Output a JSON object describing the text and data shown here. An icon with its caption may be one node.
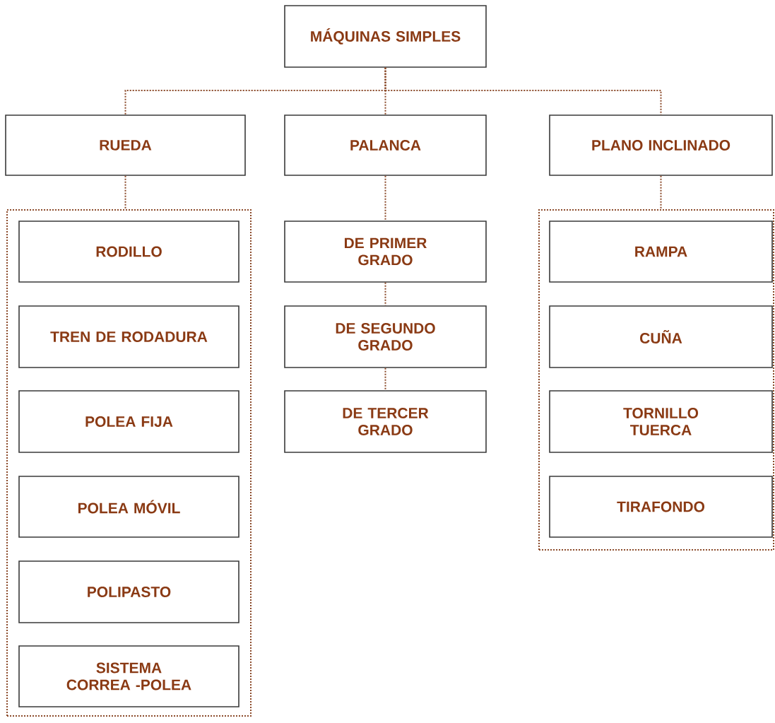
{
  "diagram": {
    "nodes": [
      {
        "text": [
          "MÁQUINAS SIMPLES"
        ]
      },
      {
        "text": [
          "RUEDA"
        ]
      },
      {
        "text": [
          "PALANCA"
        ]
      },
      {
        "text": [
          "PLANO INCLINADO"
        ]
      },
      {
        "text": [],
        "shape": "box"
      },
      {
        "text": [
          "RODILLO"
        ],
        "in": 4
      },
      {
        "text": [
          "TREN DE RODADURA"
        ],
        "in": 4
      },
      {
        "text": [
          "POLEA FIJA"
        ],
        "in": 4
      },
      {
        "text": [
          "POLEA MÓVIL"
        ],
        "in": 4
      },
      {
        "text": [
          "POLIPASTO"
        ],
        "in": 4
      },
      {
        "text": [
          "SISTEMA CORREA -POLEA"
        ],
        "in": 4
      },
      {
        "text": [
          "DE PRIMER GRADO"
        ]
      },
      {
        "text": [
          "DE SEGUNDO GRADO"
        ]
      },
      {
        "text": [
          "DE TERCER GRADO"
        ]
      },
      {
        "text": [],
        "shape": "box"
      },
      {
        "text": [
          "RAMPA"
        ],
        "in": 14
      },
      {
        "text": [
          "CUÑA"
        ],
        "in": 14
      },
      {
        "text": [
          "TORNILLO TUERCA"
        ],
        "in": 14
      },
      {
        "text": [
          "TIRAFONDO"
        ],
        "in": 14
      }
    ],
    "edges": [
      {
        "from": 0,
        "to": 1,
        "arrow": "none"
      },
      {
        "from": 0,
        "to": 2,
        "arrow": "none"
      },
      {
        "from": 0,
        "to": 3,
        "arrow": "none"
      },
      {
        "from": 1,
        "to": 4,
        "arrow": "none"
      },
      {
        "from": 2,
        "to": 11,
        "arrow": "none"
      },
      {
        "from": 11,
        "to": 12,
        "arrow": "none"
      },
      {
        "from": 12,
        "to": 13,
        "arrow": "none"
      },
      {
        "from": 3,
        "to": 14,
        "arrow": "none"
      }
    ]
  }
}
